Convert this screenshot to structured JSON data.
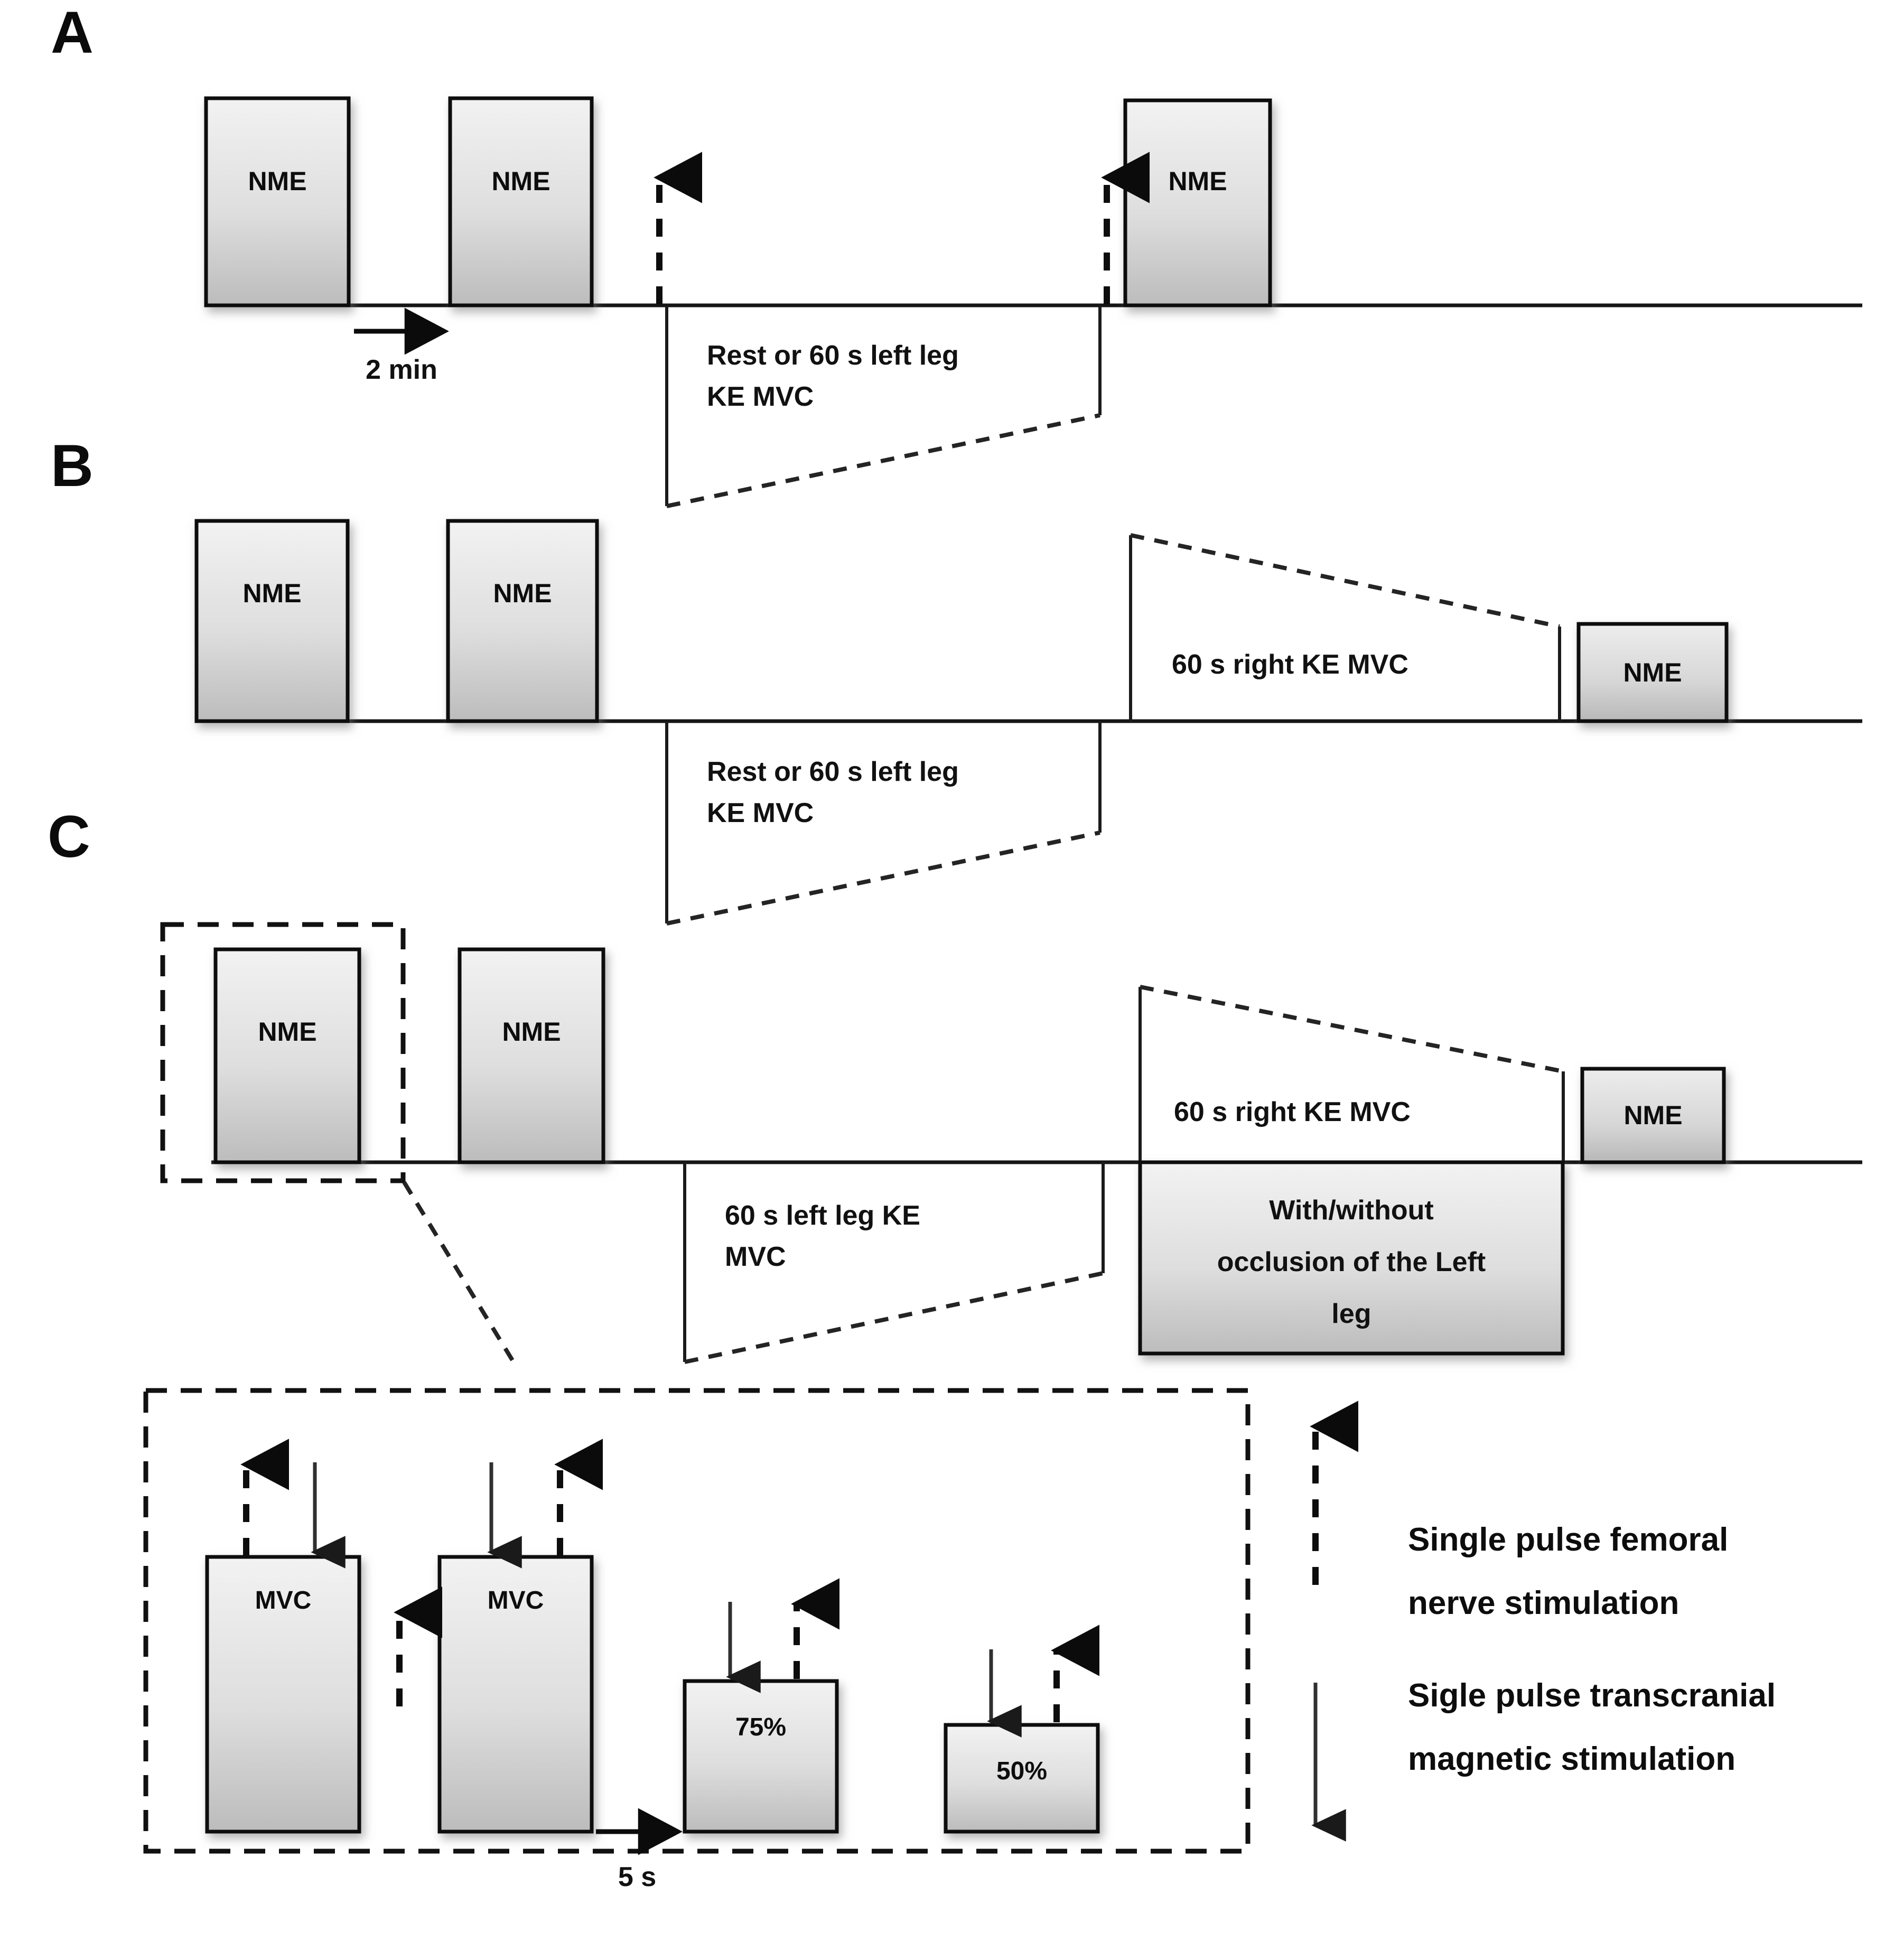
{
  "figure": {
    "panels": [
      {
        "letter": "A",
        "boxes": [
          {
            "label": "NME"
          },
          {
            "label": "NME"
          },
          {
            "label": "NME"
          }
        ],
        "annotations": {
          "interval": "2 min",
          "protocol_line1": "Rest or 60 s left leg",
          "protocol_line2": "KE MVC"
        }
      },
      {
        "letter": "B",
        "boxes": [
          {
            "label": "NME"
          },
          {
            "label": "NME"
          },
          {
            "label": "NME"
          }
        ],
        "annotations": {
          "right_mvc": "60 s right KE MVC",
          "protocol_line1": "Rest or 60 s left leg",
          "protocol_line2": "KE MVC"
        }
      },
      {
        "letter": "C",
        "boxes": [
          {
            "label": "NME"
          },
          {
            "label": "NME"
          },
          {
            "label": "NME"
          }
        ],
        "annotations": {
          "left_mvc_line1": "60 s left leg KE",
          "left_mvc_line2": "MVC",
          "right_mvc": "60 s right KE MVC",
          "occlusion_line1": "With/without",
          "occlusion_line2": "occlusion of the Left",
          "occlusion_line3": "leg"
        }
      }
    ],
    "inset": {
      "boxes": [
        {
          "label": "MVC"
        },
        {
          "label": "MVC"
        },
        {
          "label": "75%"
        },
        {
          "label": "50%"
        }
      ],
      "interval": "5 s"
    },
    "legend": [
      {
        "icon": "dashed-up-arrow-icon",
        "line1": "Single pulse femoral",
        "line2": "nerve stimulation"
      },
      {
        "icon": "solid-down-arrow-icon",
        "line1": "Sigle pulse transcranial",
        "line2": "magnetic stimulation"
      }
    ],
    "colors": {
      "box_fill_top": "#f0f0f0",
      "box_fill_bottom": "#bdbdbd",
      "stroke": "#111111",
      "background": "#ffffff"
    }
  }
}
